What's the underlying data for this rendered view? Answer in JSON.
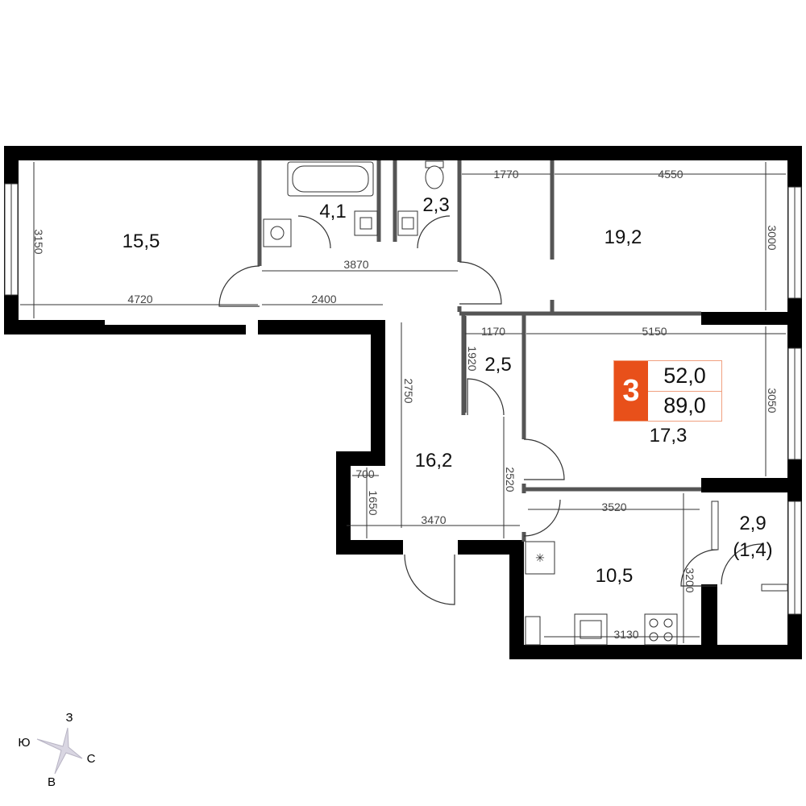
{
  "badge": {
    "rooms": "3",
    "living_area": "52,0",
    "total_area": "89,0"
  },
  "rooms": {
    "r1": "15,5",
    "bath": "4,1",
    "wc": "2,3",
    "r2": "19,2",
    "closet": "2,5",
    "r3": "17,3",
    "hall": "16,2",
    "kitchen": "10,5",
    "balcony": "2,9",
    "balcony_reduced": "(1,4)"
  },
  "dimensions": {
    "d3150": "3150",
    "d4720": "4720",
    "d3870": "3870",
    "d2400": "2400",
    "d1770": "1770",
    "d4550": "4550",
    "d3000": "3000",
    "d1170": "1170",
    "d5150": "5150",
    "d1920": "1920",
    "d2750": "2750",
    "d3050": "3050",
    "d700": "700",
    "d1650": "1650",
    "d2520": "2520",
    "d3470": "3470",
    "d3520": "3520",
    "d3200": "3200",
    "d3130": "3130"
  },
  "compass": {
    "north": "С",
    "south": "Ю",
    "west": "З",
    "east": "В"
  },
  "colors": {
    "accent": "#e8501a",
    "wall": "#000000"
  }
}
